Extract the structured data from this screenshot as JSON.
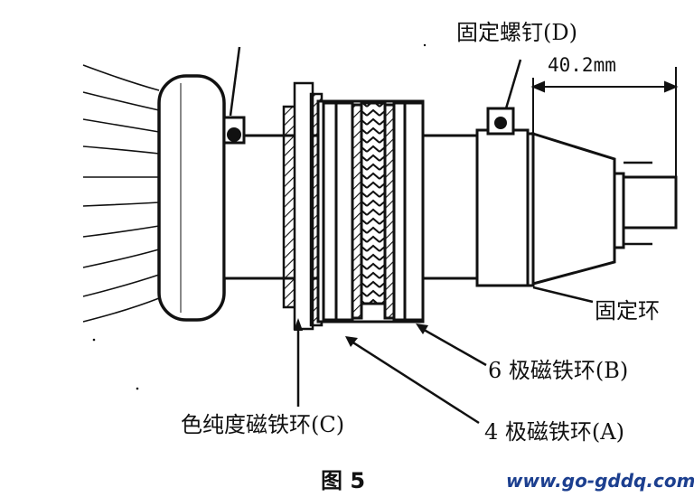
{
  "figure": {
    "labels": {
      "fixing_screw": "固定螺钉(D)",
      "dimension": "40.2mm",
      "fixing_ring": "固定环",
      "six_pole_magnet": "6 极磁铁环(B)",
      "purity_magnet": "色纯度磁铁环(C)",
      "four_pole_magnet": "4 极磁铁环(A)"
    },
    "caption": "图 5",
    "watermark": "www.go-gddq.com"
  }
}
